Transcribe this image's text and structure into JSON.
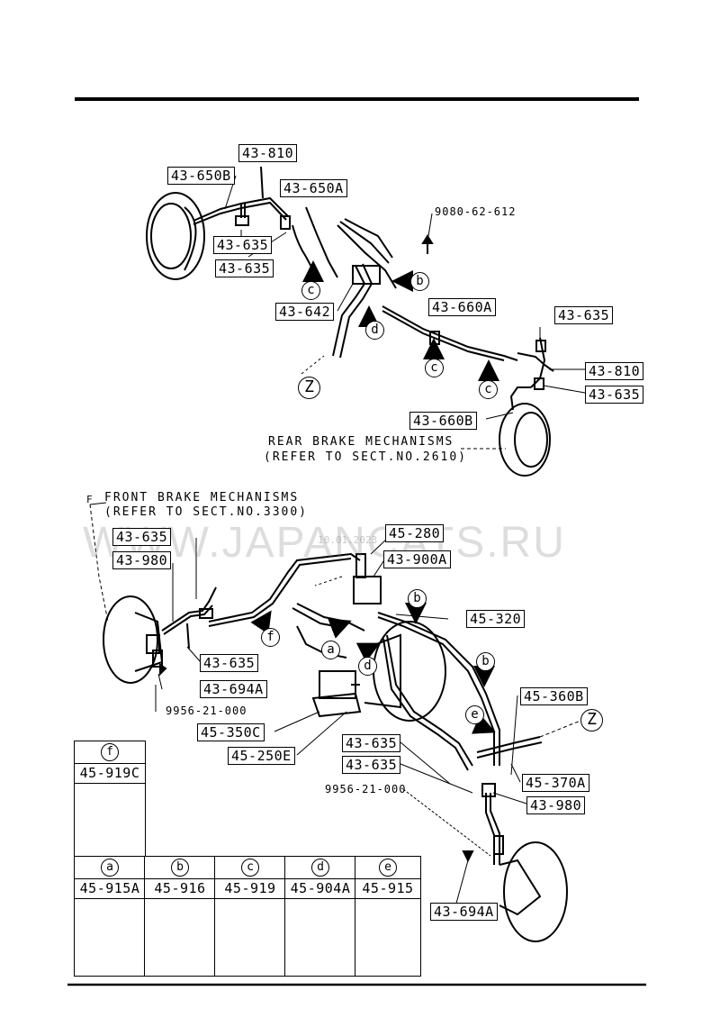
{
  "labels": {
    "l43810t": "43-810",
    "l43650b": "43-650B",
    "l43650a": "43-650A",
    "l90806": "9080-62-612",
    "l43635a": "43-635",
    "l43635b": "43-635",
    "l43642": "43-642",
    "l43660a": "43-660A",
    "l43635r1": "43-635",
    "l43810r": "43-810",
    "l43635r2": "43-635",
    "l43660b": "43-660B",
    "f43635": "43-635",
    "f43980": "43-980",
    "f45280": "45-280",
    "f45900a": "43-900A",
    "f45320": "45-320",
    "f43635b": "43-635",
    "f43694a": "43-694A",
    "f99561": "9956-21-000",
    "f45350c": "45-350C",
    "f45250e": "45-250E",
    "f45360b": "45-360B",
    "f43635c": "43-635",
    "f43635d": "43-635",
    "f99562": "9956-21-000",
    "f45370a": "45-370A",
    "f43980b": "43-980",
    "f43694ab": "43-694A"
  },
  "notes": {
    "rear_line1": "REAR BRAKE MECHANISMS",
    "rear_line2": "(REFER TO SECT.NO.2610)",
    "front_line1": "FRONT BRAKE MECHANISMS",
    "front_line2": "(REFER TO SECT.NO.3300)"
  },
  "callouts": {
    "c_c1": "c",
    "c_b1": "b",
    "c_d1": "d",
    "c_c2": "c",
    "c_c3": "c",
    "c_z1": "Z",
    "c_f2": "f",
    "c_b2": "b",
    "c_a2": "a",
    "c_d2": "d",
    "c_b3": "b",
    "c_e2": "e",
    "c_z2": "Z",
    "r_code": "F"
  },
  "watermark": {
    "site": "WWW.JAPANCATS.RU",
    "date": "10.01.2023"
  },
  "clips": [
    {
      "letter": "f",
      "part": "45-919C"
    },
    {
      "letter": "a",
      "part": "45-915A"
    },
    {
      "letter": "b",
      "part": "45-916"
    },
    {
      "letter": "c",
      "part": "45-919"
    },
    {
      "letter": "d",
      "part": "45-904A"
    },
    {
      "letter": "e",
      "part": "45-915"
    }
  ]
}
